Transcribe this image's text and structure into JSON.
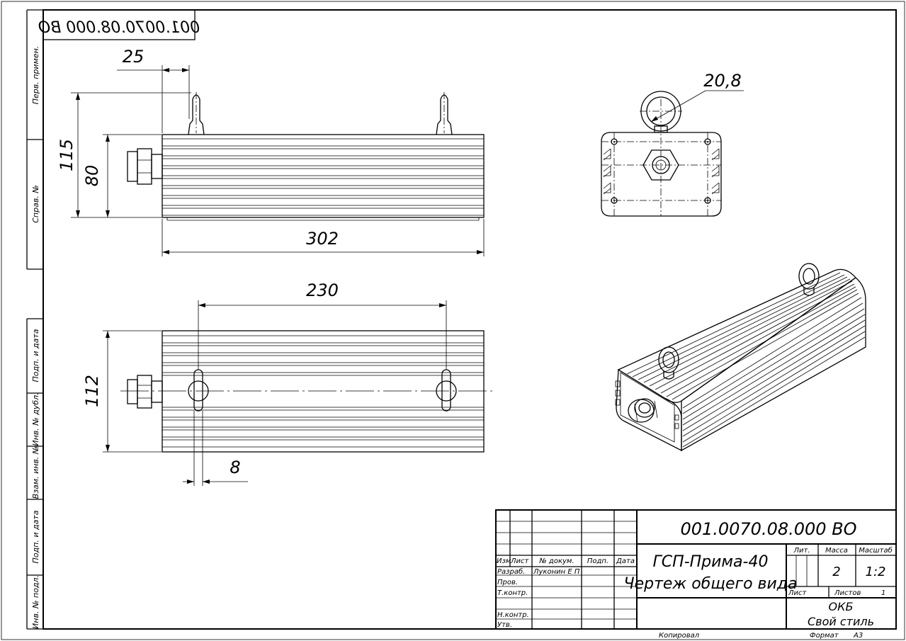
{
  "document": {
    "code": "001.0070.08.000 ВО",
    "code_mirrored": "001.0070.08.000 ВО",
    "title_line1": "ГСП-Прима-40",
    "title_line2": "Чертеж общего вида",
    "organization_line1": "ОКБ",
    "organization_line2": "Свой стиль"
  },
  "side_strip": {
    "perv_primen": "Перв. примен.",
    "sprav_no": "Справ. №",
    "podp_data_1": "Подп. и дата",
    "inv_dubl": "Инв. № дубл.",
    "vzam_inv": "Взам. инв. №",
    "podp_data_2": "Подп. и дата",
    "inv_podl": "Инв. № подл."
  },
  "dimensions": {
    "d25": "25",
    "d115": "115",
    "d80": "80",
    "d302": "302",
    "d20_8": "20,8",
    "d230": "230",
    "d112": "112",
    "d8": "8"
  },
  "title_block": {
    "col_izm": "Изм",
    "col_list": "Лист",
    "col_doc": "№ докум.",
    "col_podp": "Подп.",
    "col_data": "Дата",
    "row_razrab": "Разраб.",
    "razrab_name": "Луконин Е П",
    "row_prov": "Пров.",
    "row_tkontr": "Т.контр.",
    "row_nkontr": "Н.контр.",
    "row_utv": "Утв.",
    "lit_label": "Лит.",
    "mass_label": "Масса",
    "scale_label": "Масштаб",
    "mass_value": "2",
    "scale_value": "1:2",
    "sheet_label": "Лист",
    "sheets_label": "Листов",
    "sheets_value": "1"
  },
  "footer": {
    "copied": "Копировал",
    "format_label": "Формат",
    "format_value": "А3"
  }
}
